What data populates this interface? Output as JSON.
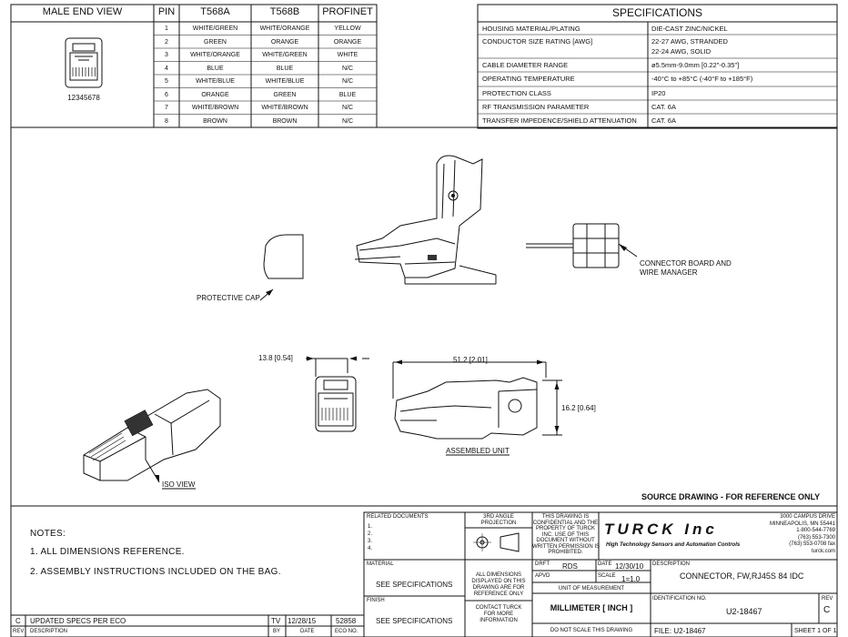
{
  "pin_table": {
    "headers": {
      "male_end_view": "MALE END VIEW",
      "pin": "PIN",
      "t568a": "T568A",
      "t568b": "T568B",
      "profinet": "PROFINET"
    },
    "pin_numbers_label": "12345678",
    "rows": [
      {
        "pin": "1",
        "t568a": "WHITE/GREEN",
        "t568b": "WHITE/ORANGE",
        "profinet": "YELLOW"
      },
      {
        "pin": "2",
        "t568a": "GREEN",
        "t568b": "ORANGE",
        "profinet": "ORANGE"
      },
      {
        "pin": "3",
        "t568a": "WHITE/ORANGE",
        "t568b": "WHITE/GREEN",
        "profinet": "WHITE"
      },
      {
        "pin": "4",
        "t568a": "BLUE",
        "t568b": "BLUE",
        "profinet": "N/C"
      },
      {
        "pin": "5",
        "t568a": "WHITE/BLUE",
        "t568b": "WHITE/BLUE",
        "profinet": "N/C"
      },
      {
        "pin": "6",
        "t568a": "ORANGE",
        "t568b": "GREEN",
        "profinet": "BLUE"
      },
      {
        "pin": "7",
        "t568a": "WHITE/BROWN",
        "t568b": "WHITE/BROWN",
        "profinet": "N/C"
      },
      {
        "pin": "8",
        "t568a": "BROWN",
        "t568b": "BROWN",
        "profinet": "N/C"
      }
    ]
  },
  "specifications": {
    "title": "SPECIFICATIONS",
    "rows": [
      {
        "label": "HOUSING MATERIAL/PLATING",
        "value": "DIE-CAST ZINC/NICKEL",
        "value2": ""
      },
      {
        "label": "CONDUCTOR SIZE RATING [AWG]",
        "value": "22-27 AWG, STRANDED",
        "value2": "22-24 AWG, SOLID"
      },
      {
        "label": "CABLE DIAMETER RANGE",
        "value": "ø5.5mm-9.0mm [0.22\"-0.35\"]",
        "value2": ""
      },
      {
        "label": "OPERATING TEMPERATURE",
        "value": "-40°C to +85°C (-40°F to +185°F)",
        "value2": ""
      },
      {
        "label": "PROTECTION CLASS",
        "value": "IP20",
        "value2": ""
      },
      {
        "label": "RF TRANSMISSION PARAMETER",
        "value": "CAT. 6A",
        "value2": ""
      },
      {
        "label": "TRANSFER IMPEDENCE/SHIELD ATTENUATION",
        "value": "CAT. 6A",
        "value2": ""
      }
    ]
  },
  "callouts": {
    "connector_board_line1": "CONNECTOR BOARD AND",
    "connector_board_line2": "WIRE MANAGER",
    "protective_cap": "PROTECTIVE CAP",
    "dim_height_left": "13.8 [0.54]",
    "dim_length": "51.2 [2.01]",
    "dim_height_right": "16.2 [0.64]",
    "assembled_unit": "ASSEMBLED UNIT",
    "iso_view": "ISO VIEW",
    "source_drawing": "SOURCE DRAWING - FOR REFERENCE ONLY"
  },
  "notes": {
    "title": "NOTES:",
    "items": [
      "1. ALL DIMENSIONS REFERENCE.",
      "2. ASSEMBLY INSTRUCTIONS INCLUDED ON THE BAG."
    ]
  },
  "title_block": {
    "related_documents": "RELATED DOCUMENTS",
    "related_numbers": [
      "1.",
      "2.",
      "3.",
      "4."
    ],
    "material_label": "MATERIAL",
    "material_value": "SEE SPECIFICATIONS",
    "finish_label": "FINISH",
    "finish_value": "SEE SPECIFICATIONS",
    "projection_line1": "3RD ANGLE",
    "projection_line2": "PROJECTION",
    "confidential": [
      "THIS DRAWING IS",
      "CONFIDENTIAL AND THE",
      "PROPERTY OF TURCK",
      "INC. USE OF THIS",
      "DOCUMENT WITHOUT",
      "WRITTEN PERMISSION IS",
      "PROHIBITED."
    ],
    "dimensions_note": [
      "ALL DIMENSIONS",
      "DISPLAYED ON THIS",
      "DRAWING ARE FOR",
      "REFERENCE ONLY"
    ],
    "contact_note": [
      "CONTACT TURCK",
      "FOR MORE",
      "INFORMATION"
    ],
    "drft_label": "DRFT",
    "drft_value": "RDS",
    "date_label": "DATE",
    "date_value": "12/30/10",
    "apvd_label": "APVD",
    "scale_label": "SCALE",
    "scale_value": "1=1.0",
    "unit_label": "UNIT OF MEASUREMENT",
    "unit_value": "MILLIMETER [ INCH ]",
    "do_not_scale": "DO NOT SCALE THIS DRAWING",
    "company_logo": "TURCK Inc",
    "company_tagline": "High Technology Sensors and Automation Controls",
    "address": [
      "3000 CAMPUS DRIVE",
      "MINNEAPOLIS, MN 55441",
      "1-800-544-7769",
      "(763) 553-7300",
      "(763) 553-0708 fax",
      "turck.com"
    ],
    "description_label": "DESCRIPTION",
    "description_value": "CONNECTOR, FW,RJ45S 84 IDC",
    "id_label": "IDENTIFICATION NO.",
    "id_value": "U2-18467",
    "rev_label": "REV",
    "rev_value": "C",
    "file_label": "FILE: U2-18467",
    "sheet_label": "SHEET 1 OF 1"
  },
  "revision_block": {
    "row": {
      "rev": "C",
      "description": "UPDATED SPECS PER ECO",
      "by": "TV",
      "date": "12/28/15",
      "eco": "52858"
    },
    "headers": {
      "rev": "REV",
      "description": "DESCRIPTION",
      "by": "BY",
      "date": "DATE",
      "eco": "ECO NO."
    }
  }
}
